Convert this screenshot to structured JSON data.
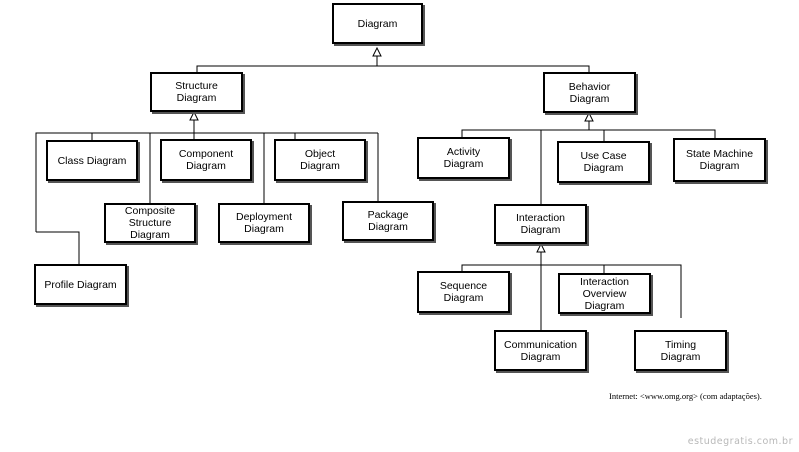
{
  "diagram": {
    "root": "Diagram",
    "structure": "Structure\nDiagram",
    "behavior": "Behavior\nDiagram",
    "class_diagram": "Class Diagram",
    "component_diagram": "Component\nDiagram",
    "object_diagram": "Object\nDiagram",
    "composite_structure_diagram": "Composite\nStructure\nDiagram",
    "deployment_diagram": "Deployment\nDiagram",
    "package_diagram": "Package\nDiagram",
    "profile_diagram": "Profile Diagram",
    "activity_diagram": "Activity\nDiagram",
    "use_case_diagram": "Use Case\nDiagram",
    "state_machine_diagram": "State Machine\nDiagram",
    "interaction_diagram": "Interaction\nDiagram",
    "sequence_diagram": "Sequence\nDiagram",
    "interaction_overview_diagram": "Interaction\nOverview\nDiagram",
    "communication_diagram": "Communication\nDiagram",
    "timing_diagram": "Timing\nDiagram"
  },
  "credit": "Internet: <www.omg.org> (com adaptações).",
  "watermark": "estudegratis.com.br"
}
